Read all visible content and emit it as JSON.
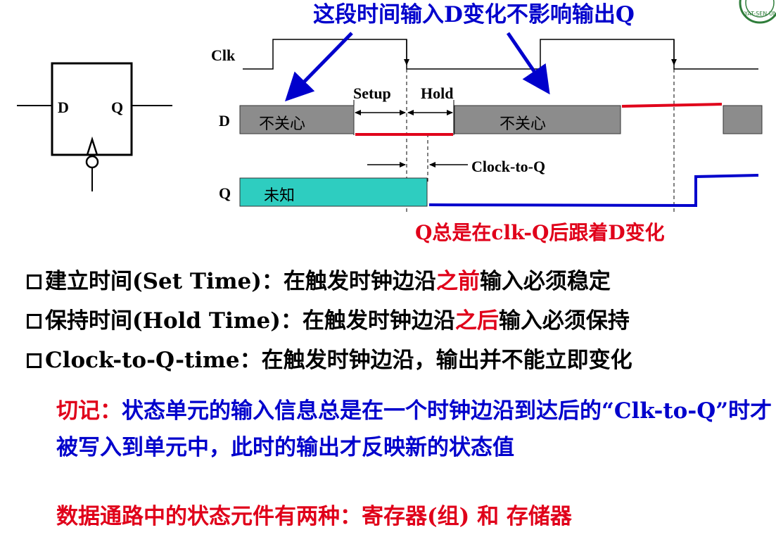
{
  "diagram": {
    "top_annotation": "这段时间输入D变化不影响输出Q",
    "bottom_annotation": "Q总是在clk-Q后跟着D变化",
    "flipflop": {
      "d_pin": "D",
      "q_pin": "Q"
    },
    "signals": {
      "clk": "Clk",
      "d": "D",
      "q": "Q"
    },
    "labels": {
      "setup": "Setup",
      "hold": "Hold",
      "clock_to_q": "Clock-to-Q",
      "dont_care": "不关心",
      "unknown": "未知"
    },
    "colors": {
      "blue": "#0000cc",
      "red": "#e0001a",
      "grey": "#8c8c8c",
      "teal": "#2ecdc0"
    }
  },
  "bullets": [
    {
      "prefix": "建立时间(Set Time)：在触发时钟边沿",
      "highlight": "之前",
      "suffix": "输入必须稳定"
    },
    {
      "prefix": "保持时间(Hold Time)：在触发时钟边沿",
      "highlight": "之后",
      "suffix": "输入必须保持"
    },
    {
      "prefix": "Clock-to-Q-time：在触发时钟边沿，输出并不能立即变化",
      "highlight": "",
      "suffix": ""
    }
  ],
  "note": {
    "label": "切记：",
    "text": "状态单元的输入信息总是在一个时钟边沿到达后的“Clk-to-Q”时才被写入到单元中，此时的输出才反映新的状态值"
  },
  "final_line": "数据通路中的状态元件有两种：寄存器(组) 和 存储器"
}
